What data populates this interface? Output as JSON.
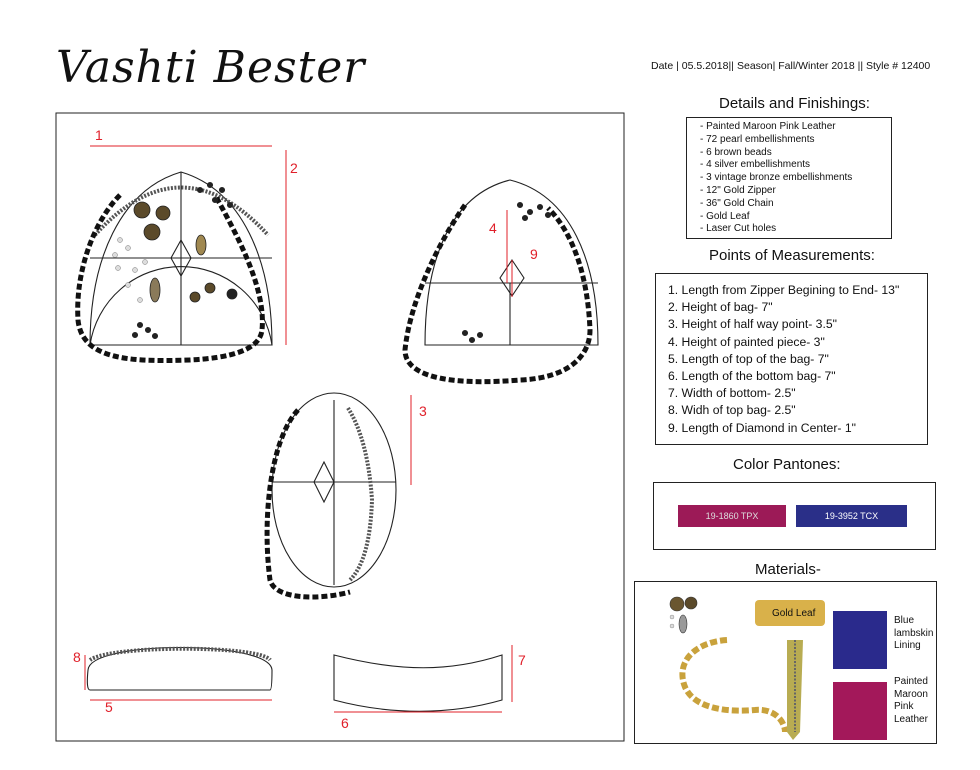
{
  "brand": {
    "name": "Vashti Bester"
  },
  "header": {
    "date": "Date | 05.5.2018||",
    "season": "Season| Fall/Winter 2018 ||",
    "style": "Style # 12400"
  },
  "details": {
    "title": "Details and Finishings:",
    "items": [
      "- Painted Maroon Pink Leather",
      "- 72 pearl embellishments",
      "- 6 brown beads",
      "- 4 silver embellishments",
      "- 3 vintage bronze embellishments",
      "- 12\" Gold Zipper",
      "- 36\" Gold Chain",
      "- Gold Leaf",
      "- Laser Cut holes"
    ]
  },
  "measurements": {
    "title": "Points of Measurements:",
    "items": [
      "1. Length from Zipper Begining to End- 13\"",
      "2. Height of bag- 7\"",
      "3. Height of half way point- 3.5\"",
      "4. Height of painted piece- 3\"",
      "5. Length of top of the bag- 7\"",
      "6. Length of the bottom bag- 7\"",
      "7. Width of bottom- 2.5\"",
      "8. Widh of top bag- 2.5\"",
      "9.  Length of Diamond in Center- 1\""
    ]
  },
  "pantones": {
    "title": "Color Pantones:",
    "swatches": [
      {
        "code": "19-1860 TPX",
        "color": "#9c1a57"
      },
      {
        "code": "19-3952 TCX",
        "color": "#2a2f88"
      }
    ]
  },
  "materials": {
    "title": "Materials-",
    "gold_leaf_label": "Gold Leaf",
    "lining_label": "Blue lambskin Lining",
    "leather_label": "Painted Maroon Pink Leather",
    "lining_color": "#2a2a8c",
    "leather_color": "#a3185a",
    "gold_leaf_color": "#d9b14a",
    "chain_color": "#c9a23c",
    "zipper_color": "#b8ac52"
  },
  "drawing": {
    "markers": [
      "1",
      "2",
      "3",
      "4",
      "5",
      "6",
      "7",
      "8",
      "9"
    ],
    "measure_color": "#e0202a"
  }
}
